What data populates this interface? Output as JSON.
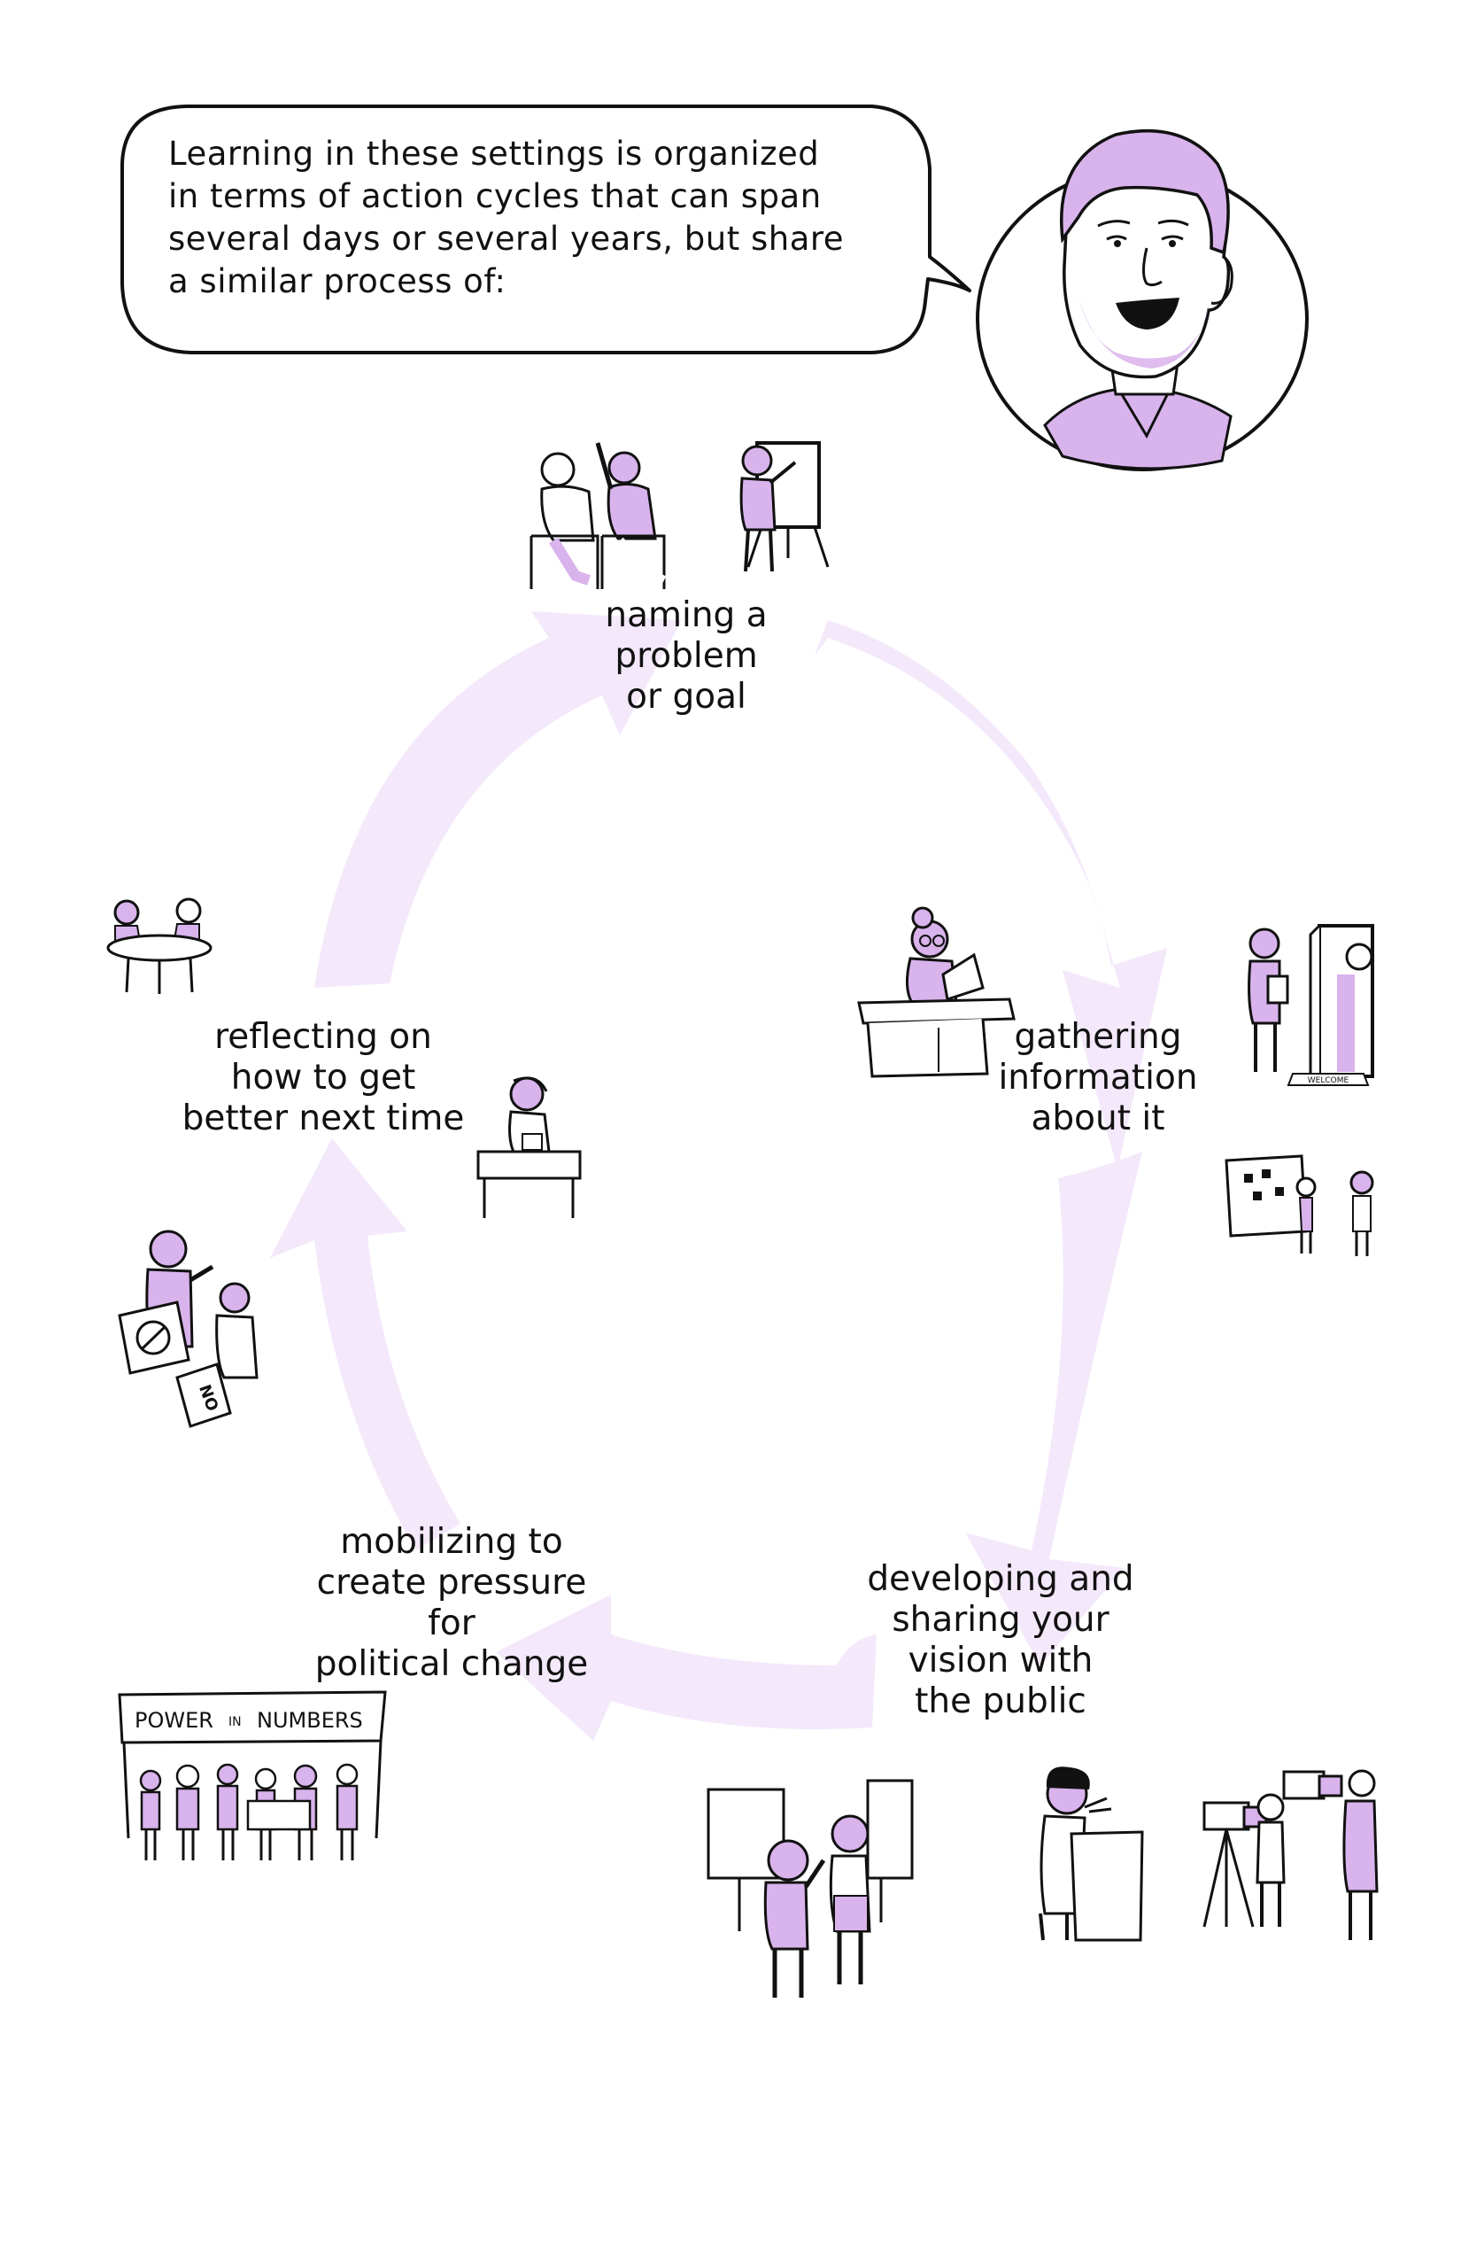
{
  "speech": {
    "text": "Learning in these settings is organized\nin terms of action cycles that can span\nseveral days or several years, but share\na similar process of:"
  },
  "cycle": {
    "stages": [
      {
        "id": "naming",
        "label": "naming a\nproblem\nor goal"
      },
      {
        "id": "gathering",
        "label": "gathering\ninformation\nabout it"
      },
      {
        "id": "developing",
        "label": "developing and\nsharing your\nvision with\nthe public"
      },
      {
        "id": "mobilizing",
        "label": "mobilizing to\ncreate pressure for\npolitical change"
      },
      {
        "id": "reflecting",
        "label": "reflecting on\nhow to get\nbetter next time"
      }
    ]
  },
  "illustrations": {
    "banner_text_1": "POWER",
    "banner_text_2": "IN",
    "banner_text_3": "NUMBERS",
    "doormat_text": "WELCOME",
    "sign_text": "NO"
  },
  "colors": {
    "accent_fill": "#d9b3ec",
    "arrow_fill": "#f4e8fb",
    "ink": "#111111"
  }
}
